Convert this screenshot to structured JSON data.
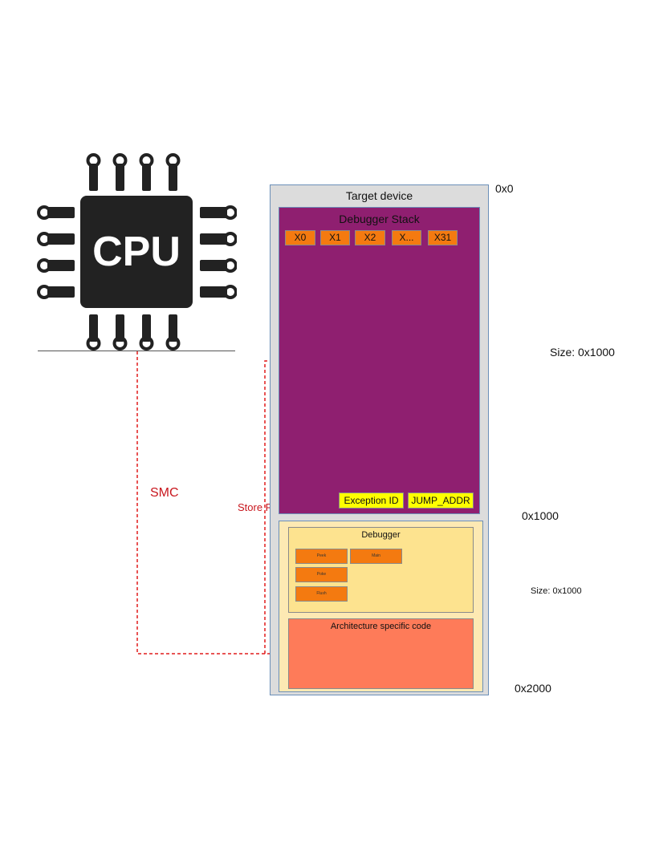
{
  "cpu": {
    "label": "CPU"
  },
  "labels": {
    "smc": "SMC",
    "store_registers": "Store Registers"
  },
  "target": {
    "title": "Target device",
    "stack": {
      "title": "Debugger Stack",
      "registers": [
        "X0",
        "X1",
        "X2",
        "X...",
        "X31"
      ],
      "bottom_fields": [
        "Exception ID",
        "JUMP_ADDR"
      ]
    },
    "debugger": {
      "title": "Debugger",
      "functions": [
        "Peek",
        "Main",
        "Poke",
        "Flush"
      ]
    },
    "arch": {
      "title": "Architecture specific code"
    }
  },
  "addresses": {
    "start": "0x0",
    "mid": "0x1000",
    "end": "0x2000",
    "size_top": "Size: 0x1000",
    "size_bottom": "Size: 0x1000"
  },
  "colors": {
    "stack": "#8f1f70",
    "register": "#f47a10",
    "field": "#ffff00",
    "debugger": "#fde38f",
    "arch": "#fe7b59",
    "arrow": "#e01b1b"
  }
}
